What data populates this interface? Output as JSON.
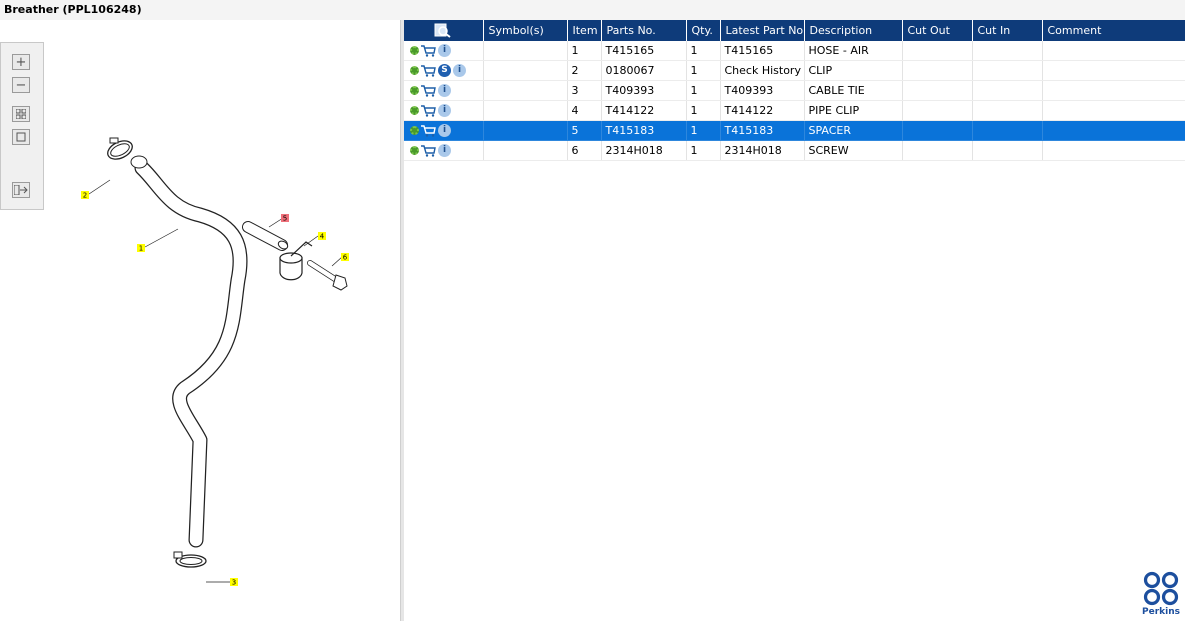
{
  "window": {
    "title": "Breather (PPL106248)"
  },
  "toolbox": {
    "buttons": [
      {
        "name": "zoom-in-button",
        "icon": "plus-icon"
      },
      {
        "name": "zoom-out-button",
        "icon": "minus-icon"
      },
      {
        "name": "fit-all-button",
        "icon": "grid-icon"
      },
      {
        "name": "fit-page-button",
        "icon": "square-icon"
      },
      {
        "name": "export-button",
        "icon": "export-icon"
      }
    ]
  },
  "diagram": {
    "callouts": [
      "1",
      "2",
      "3",
      "4",
      "5",
      "6"
    ],
    "highlighted_callout": "5"
  },
  "table": {
    "columns": [
      "",
      "Symbol(s)",
      "Item",
      "Parts No.",
      "Qty.",
      "Latest Part No.",
      "Description",
      "Cut Out",
      "Cut In",
      "Comment"
    ],
    "rows": [
      {
        "item": "1",
        "part": "T415165",
        "qty": "1",
        "latest": "T415165",
        "desc": "HOSE - AIR",
        "symbol": "",
        "cutout": "",
        "cutin": "",
        "comment": "",
        "s_badge": false
      },
      {
        "item": "2",
        "part": "0180067",
        "qty": "1",
        "latest": "Check History",
        "desc": "CLIP",
        "symbol": "",
        "cutout": "",
        "cutin": "",
        "comment": "",
        "s_badge": true
      },
      {
        "item": "3",
        "part": "T409393",
        "qty": "1",
        "latest": "T409393",
        "desc": "CABLE TIE",
        "symbol": "",
        "cutout": "",
        "cutin": "",
        "comment": "",
        "s_badge": false
      },
      {
        "item": "4",
        "part": "T414122",
        "qty": "1",
        "latest": "T414122",
        "desc": "PIPE CLIP",
        "symbol": "",
        "cutout": "",
        "cutin": "",
        "comment": "",
        "s_badge": false
      },
      {
        "item": "5",
        "part": "T415183",
        "qty": "1",
        "latest": "T415183",
        "desc": "SPACER",
        "symbol": "",
        "cutout": "",
        "cutin": "",
        "comment": "",
        "s_badge": false
      },
      {
        "item": "6",
        "part": "2314H018",
        "qty": "1",
        "latest": "2314H018",
        "desc": "SCREW",
        "symbol": "",
        "cutout": "",
        "cutin": "",
        "comment": "",
        "s_badge": false
      }
    ],
    "selected_item": "5"
  },
  "brand": {
    "name": "Perkins",
    "color": "#1d4f9e"
  },
  "colors": {
    "header": "#0e3b7a",
    "selection": "#0a73d9",
    "callout": "#ffff00",
    "callout_selected": "#f0707a"
  }
}
